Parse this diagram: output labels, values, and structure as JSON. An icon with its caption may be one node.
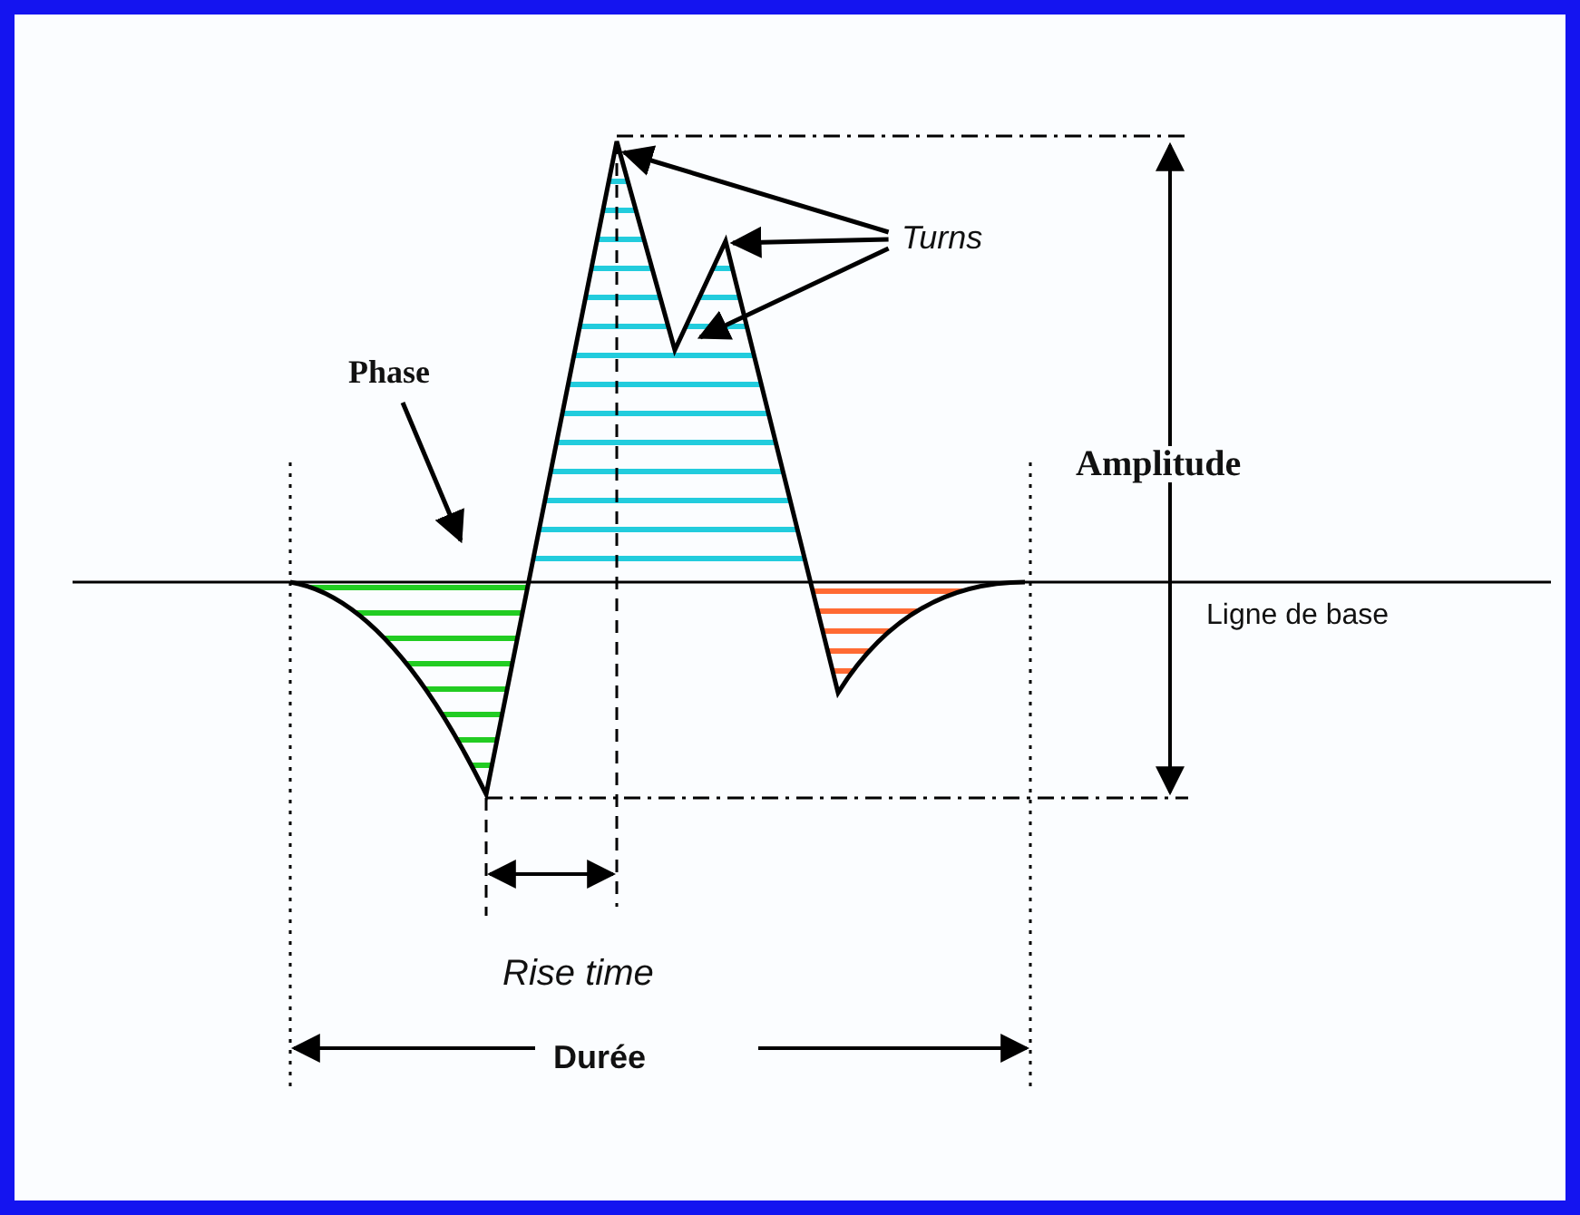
{
  "diagram": {
    "nodes": [
      {
        "text": [
          "Turns"
        ]
      },
      {
        "text": [
          "Phase"
        ]
      }
    ],
    "edges": [
      {
        "from": 0,
        "to": null,
        "arrow": "to"
      },
      {
        "from": 0,
        "to": null,
        "arrow": "to"
      },
      {
        "from": 0,
        "to": null,
        "arrow": "to"
      },
      {
        "from": 1,
        "to": null,
        "arrow": "to"
      }
    ],
    "labels": [
      "Amplitude",
      "Ligne de base",
      "Rise time",
      "Durée"
    ]
  }
}
